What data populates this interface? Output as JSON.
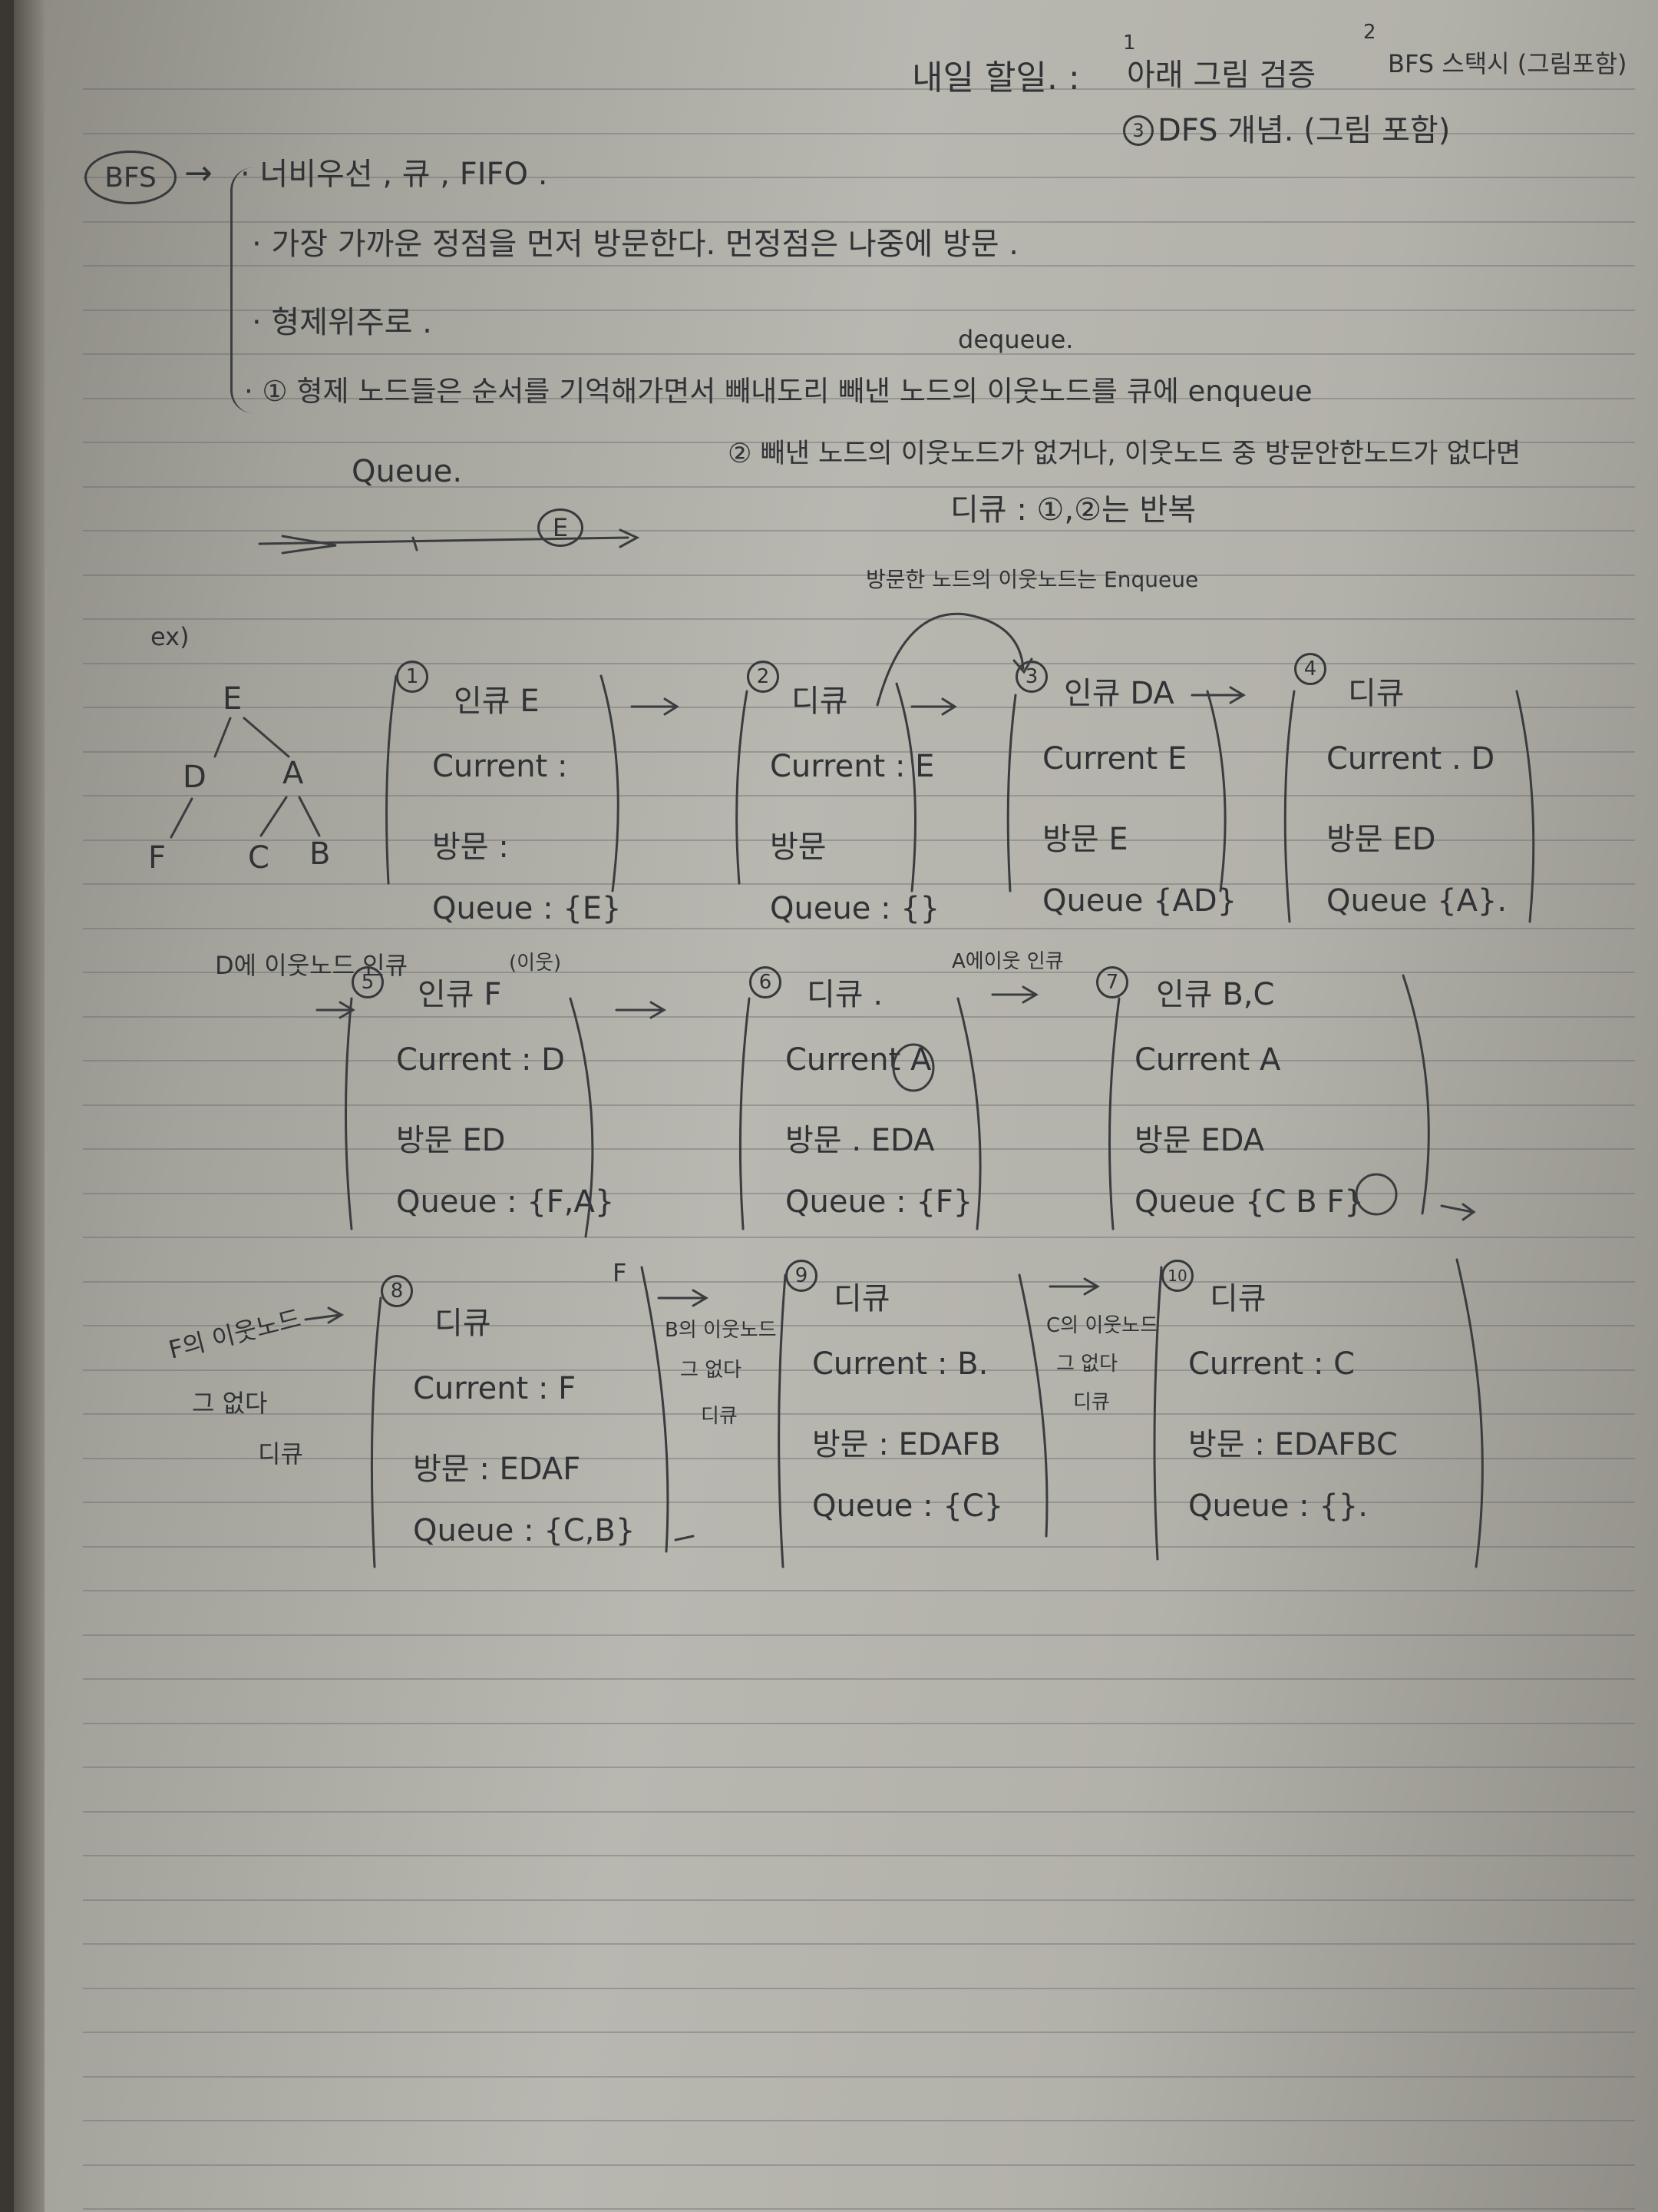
{
  "header": {
    "todo_title": "내일 할일. :",
    "todo_item1_num": "1",
    "todo_item1": "아래 그림 검증",
    "todo_item2_num": "2",
    "todo_item2": "BFS 스택시 (그림포함)",
    "todo_item3_num": "3",
    "todo_item3": "DFS 개념. (그림 포함)"
  },
  "bfs": {
    "label": "BFS",
    "arrow": "→",
    "bullets": [
      "· 너비우선 , 큐 , FIFO .",
      "· 가장 가까운 정점을 먼저 방문한다. 먼정점은 나중에 방문 .",
      "· 형제위주로 .",
      "· ① 형제 노드들은 순서를 기억해가면서 빼내도리 빼낸 노드의 이웃노드를 큐에 enqueue"
    ],
    "dequeue_note": "dequeue.",
    "step2": "② 빼낸 노드의 이웃노드가 없거나, 이웃노드 중 방문안한노드가 없다면",
    "step3": "디큐 : ①,②는 반복",
    "queue_label": "Queue.",
    "queue_enter": "E"
  },
  "example": {
    "label": "ex)",
    "tree": {
      "root": "E",
      "n2": "D",
      "n3": "A",
      "n4": "F",
      "n5": "C",
      "n6": "B"
    },
    "enqueue_note": "방문한 노드의 이웃노드는 Enqueue",
    "d_note": "D에 이웃노드 인큐",
    "a_note": "A에이웃 인큐",
    "f_note": [
      "F의 이웃노드",
      "그 없다",
      "디큐"
    ],
    "b_note": [
      "B의 이웃노드",
      "그 없다",
      "디큐"
    ],
    "c_note": [
      "C의 이웃노드",
      "그 없다",
      "디큐"
    ],
    "f_mark": "F",
    "step5_sup": "(이웃)",
    "steps": [
      {
        "num": "1",
        "op": "인큐 E",
        "current": "Current :",
        "visited": "방문 :",
        "queue": "Queue : {E}"
      },
      {
        "num": "2",
        "op": "디큐",
        "current": "Current : E",
        "visited": "방문",
        "queue": "Queue : {}"
      },
      {
        "num": "3",
        "op": "인큐 DA",
        "current": "Current E",
        "visited": "방문 E",
        "queue": "Queue {AD}"
      },
      {
        "num": "4",
        "op": "디큐",
        "current": "Current . D",
        "visited": "방문 ED",
        "queue": "Queue {A}."
      },
      {
        "num": "5",
        "op": "인큐 F",
        "current": "Current : D",
        "visited": "방문 ED",
        "queue": "Queue : {F,A}"
      },
      {
        "num": "6",
        "op": "디큐 .",
        "current": "Current A",
        "visited": "방문 . EDA",
        "queue": "Queue : {F}"
      },
      {
        "num": "7",
        "op": "인큐 B,C",
        "current": "Current A",
        "visited": "방문 EDA",
        "queue": "Queue {C B F}"
      },
      {
        "num": "8",
        "op": "디큐",
        "current": "Current : F",
        "visited": "방문 : EDAF",
        "queue": "Queue : {C,B}"
      },
      {
        "num": "9",
        "op": "디큐",
        "current": "Current : B.",
        "visited": "방문 : EDAFB",
        "queue": "Queue : {C}"
      },
      {
        "num": "10",
        "op": "디큐",
        "current": "Current : C",
        "visited": "방문 : EDAFBC",
        "queue": "Queue : {}."
      }
    ]
  }
}
